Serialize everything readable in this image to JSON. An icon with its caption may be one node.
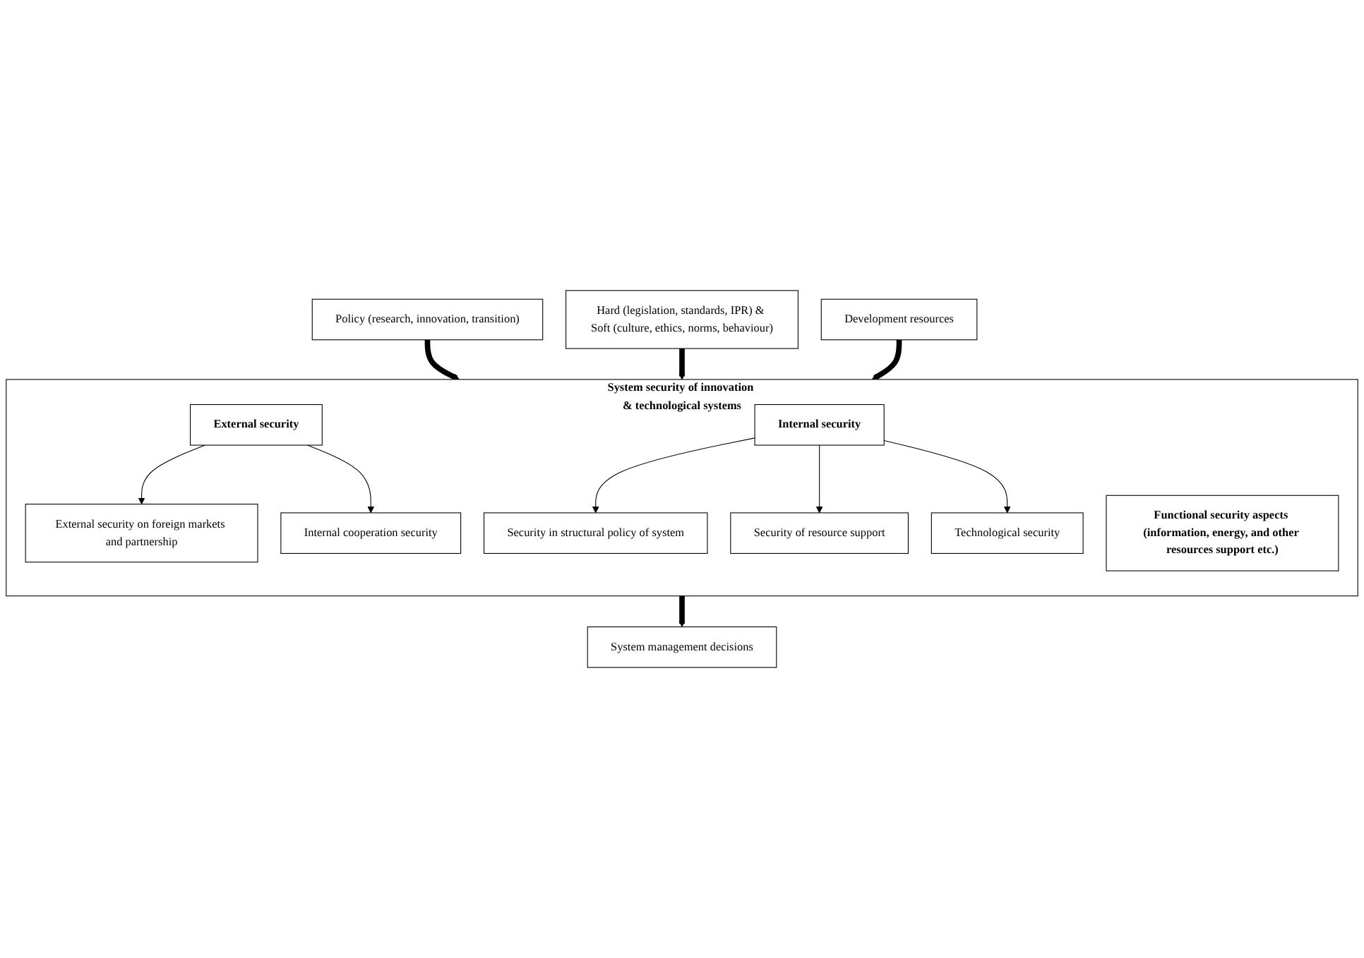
{
  "diagram": {
    "nodes": [
      {
        "text": [
          "Policy (research, innovation, transition)"
        ]
      },
      {
        "text": [
          "Hard (legislation, standards, IPR) & Soft (culture, ethics, norms, behaviour)"
        ]
      },
      {
        "text": [
          "Development resources"
        ]
      },
      {
        "text": [
          "System security of innovation & technological systems"
        ]
      },
      {
        "text": [
          "External security"
        ],
        "in": 3
      },
      {
        "text": [
          "Internal security"
        ],
        "in": 3
      },
      {
        "text": [
          "External security on foreign markets and partnership"
        ],
        "in": 3
      },
      {
        "text": [
          "Security in structural policy of system"
        ],
        "in": 3
      },
      {
        "text": [
          "Security of resource support"
        ],
        "in": 3
      },
      {
        "text": [
          "Internal cooperation security"
        ],
        "in": 3
      },
      {
        "text": [
          "Technological security"
        ],
        "in": 3
      },
      {
        "text": [
          "Functional security aspects (information, energy, and other resources support etc.)"
        ],
        "in": 3
      },
      {
        "text": [
          "System management decisions"
        ]
      }
    ],
    "edges": [
      {
        "from": 0,
        "to": 3,
        "arrow": "to",
        "style": "thick"
      },
      {
        "from": 1,
        "to": 3,
        "arrow": "to",
        "style": "thick"
      },
      {
        "from": 2,
        "to": 3,
        "arrow": "to",
        "style": "thick"
      },
      {
        "from": 4,
        "to": 6,
        "arrow": "to"
      },
      {
        "from": 4,
        "to": 9,
        "arrow": "to"
      },
      {
        "from": 5,
        "to": 7,
        "arrow": "to"
      },
      {
        "from": 5,
        "to": 8,
        "arrow": "to"
      },
      {
        "from": 5,
        "to": 10,
        "arrow": "to"
      },
      {
        "from": 3,
        "to": 12,
        "arrow": "to",
        "style": "thick"
      }
    ]
  }
}
